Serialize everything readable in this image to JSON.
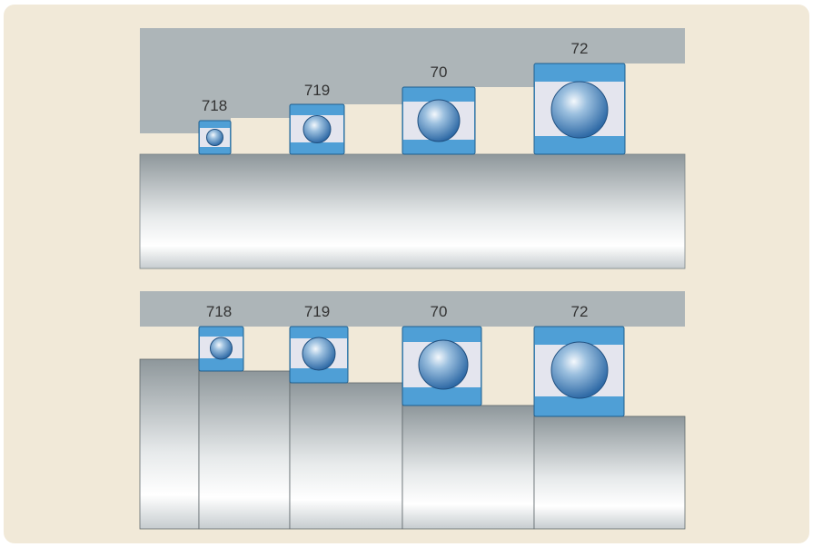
{
  "colors": {
    "background": "#f1e9d8",
    "housing": "#adb5b8",
    "ring": "#4f9fd6",
    "ring_edge": "#1f5f8f",
    "cage": "#e4e5ee",
    "ball": "#4b87c0"
  },
  "top_diagram": {
    "labels": [
      "718",
      "719",
      "70",
      "72"
    ]
  },
  "bottom_diagram": {
    "labels": [
      "718",
      "719",
      "70",
      "72"
    ]
  }
}
